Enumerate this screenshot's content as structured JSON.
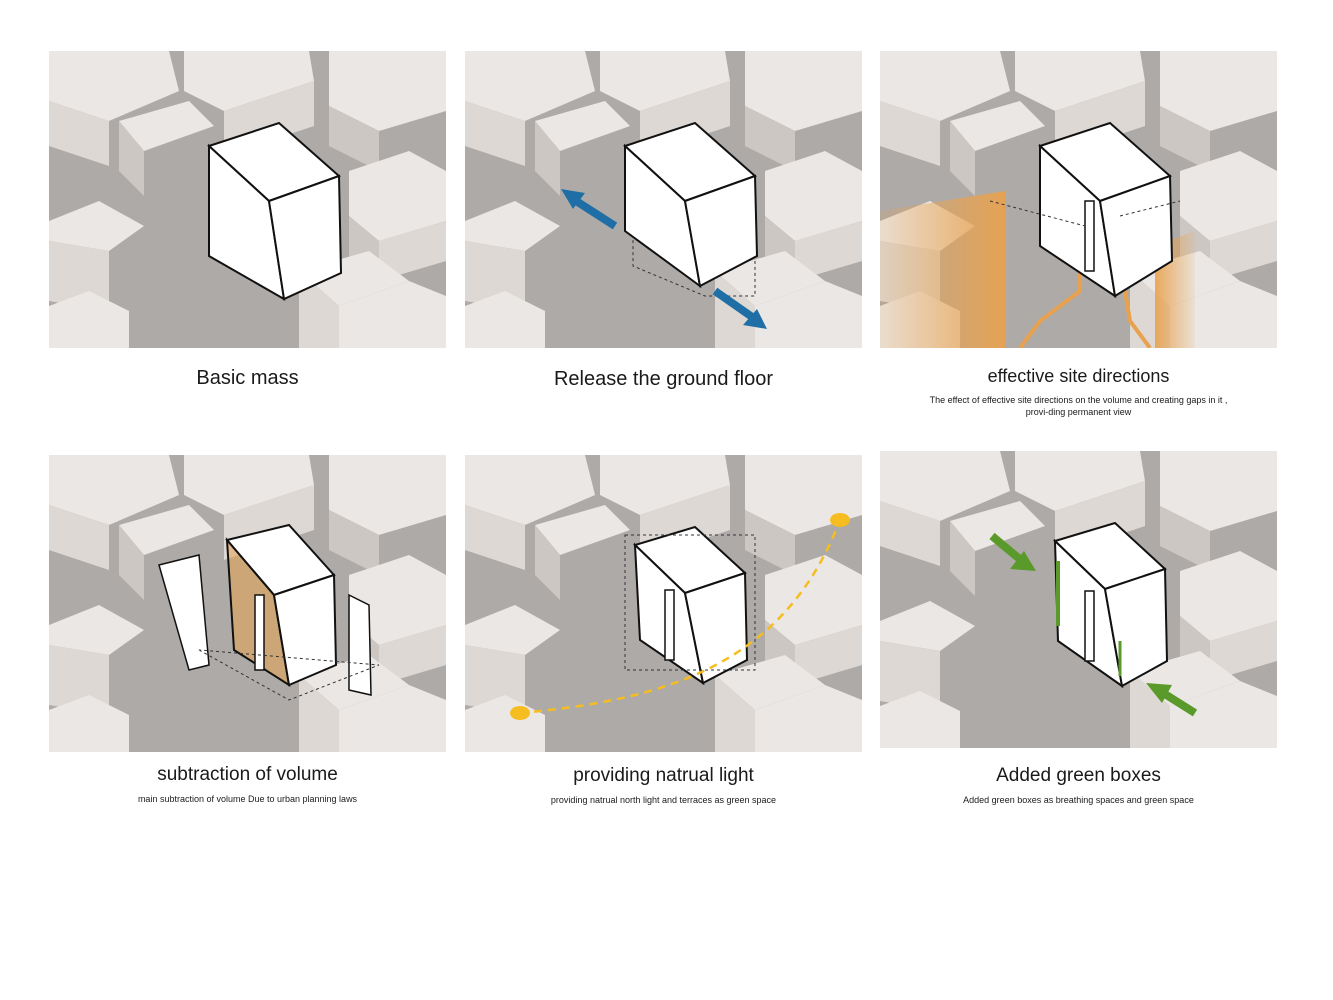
{
  "panels": [
    {
      "title": "Basic mass",
      "description": ""
    },
    {
      "title": "Release the ground floor",
      "description": ""
    },
    {
      "title": "effective site directions",
      "description": "The effect of effective site directions on the volume and creating gaps in it , provi-ding permanent view"
    },
    {
      "title": "subtraction of volume",
      "description": "main subtraction of volume Due to  urban planning laws"
    },
    {
      "title": "providing natrual light",
      "description": "providing natrual north light  and terraces  as  green space"
    },
    {
      "title": "Added green boxes",
      "description": "Added green boxes as breathing spaces and green space"
    }
  ],
  "colors": {
    "street": "#aeaaa8",
    "building_top": "#ebe7e4",
    "building_side": "#ddd8d4",
    "building_shade": "#cdc7c3",
    "mass": "#ffffff",
    "arrow_blue": "#1f6fa6",
    "site_orange": "#e8a24f",
    "light_yellow": "#f5bd1f",
    "green": "#5a9a2a"
  }
}
